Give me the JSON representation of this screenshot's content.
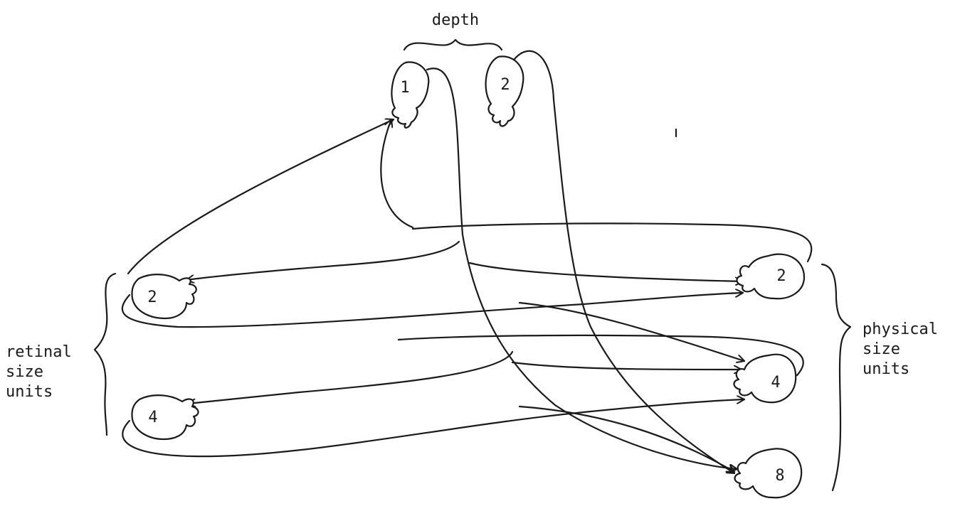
{
  "labels": {
    "top": "depth",
    "left": [
      "retinal",
      "size",
      "units"
    ],
    "right": [
      "physical",
      "size",
      "units"
    ]
  },
  "nodes": {
    "depth_a": "1",
    "depth_b": "2",
    "retinal_a": "2",
    "retinal_b": "4",
    "physical_a": "2",
    "physical_b": "4",
    "physical_c": "8"
  }
}
